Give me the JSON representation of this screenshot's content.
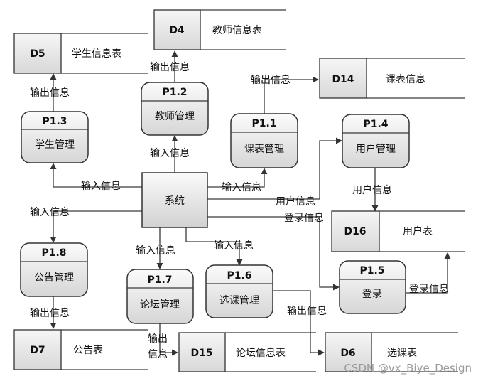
{
  "system": {
    "label": "系统"
  },
  "processes": [
    {
      "id": "P1.1",
      "name": "课表管理"
    },
    {
      "id": "P1.2",
      "name": "教师管理"
    },
    {
      "id": "P1.3",
      "name": "学生管理"
    },
    {
      "id": "P1.4",
      "name": "用户管理"
    },
    {
      "id": "P1.5",
      "name": "登录"
    },
    {
      "id": "P1.6",
      "name": "选课管理"
    },
    {
      "id": "P1.7",
      "name": "论坛管理"
    },
    {
      "id": "P1.8",
      "name": "公告管理"
    }
  ],
  "stores": [
    {
      "id": "D4",
      "name": "教师信息表"
    },
    {
      "id": "D5",
      "name": "学生信息表"
    },
    {
      "id": "D14",
      "name": "课表信息"
    },
    {
      "id": "D16",
      "name": "用户表"
    },
    {
      "id": "D7",
      "name": "公告表"
    },
    {
      "id": "D15",
      "name": "论坛信息表"
    },
    {
      "id": "D6",
      "name": "选课表"
    }
  ],
  "flow_labels": {
    "input": "输入信息",
    "output": "输出信息",
    "user_info": "用户信息",
    "login_info": "登录信息",
    "output_split_1": "输出",
    "output_split_2": "信息"
  },
  "watermark": "CSDN @vx_Biye_Design"
}
